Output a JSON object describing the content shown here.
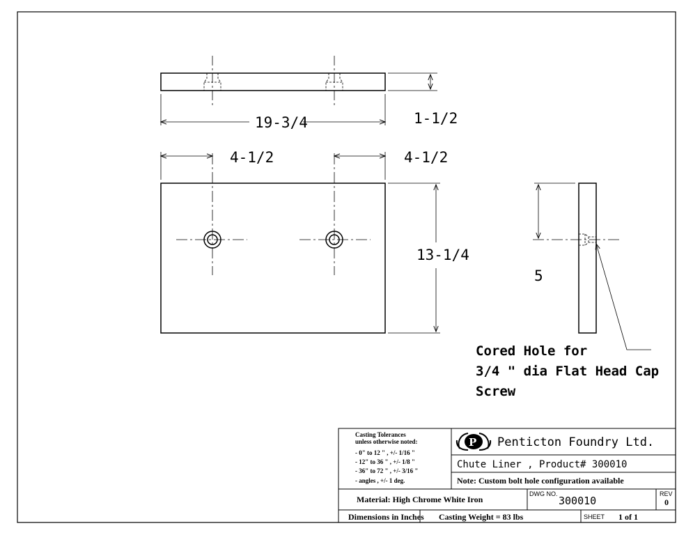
{
  "dimensions": {
    "top_length": "19-3/4",
    "thickness": "1-1/2",
    "left_offset": "4-1/2",
    "right_offset": "4-1/2",
    "height": "13-1/4",
    "side_hole_offset": "5"
  },
  "note": {
    "line1": "Cored Hole for",
    "line2": "3/4 \" dia Flat Head Cap",
    "line3": "Screw"
  },
  "title_block": {
    "tolerances": {
      "heading": "Casting Tolerances",
      "subheading": "unless otherwise noted:",
      "rows": [
        "-   0\" to 12 \" , +/- 1/16 \"",
        "- 12\" to 36 \"  , +/- 1/8 \"",
        "- 36\" to 72 \"  , +/- 3/16 \"",
        "- angles        , +/- 1 deg."
      ]
    },
    "company": "Penticton Foundry Ltd.",
    "logo_letter": "P",
    "part_title": "Chute Liner , Product# 300010",
    "part_note": "Note: Custom bolt hole configuration available",
    "material": "Material: High Chrome White Iron",
    "dwg_label": "DWG NO.",
    "dwg_no": "300010",
    "rev_label": "REV",
    "rev": "0",
    "dimensions_unit": "Dimensions in Inches",
    "casting_weight": "Casting Weight = 83 lbs",
    "sheet_label": "SHEET",
    "sheet": "1 of 1"
  }
}
